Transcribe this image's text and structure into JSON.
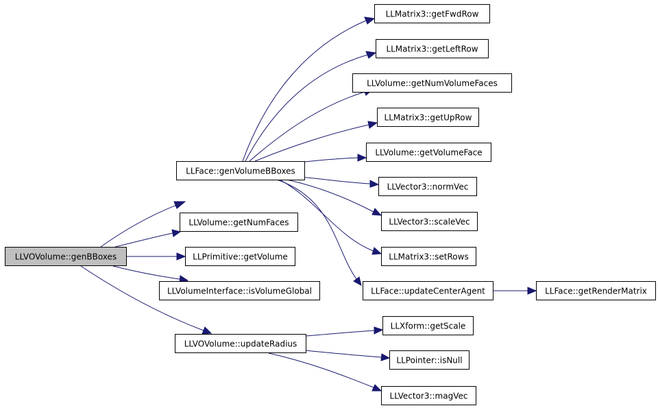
{
  "colors": {
    "edge": "#191970",
    "root_fill": "#bfbfbf",
    "node_fill": "#ffffff",
    "node_border": "#000000"
  },
  "nodes": [
    {
      "id": "root",
      "label": "LLVOVolume::genBBoxes"
    },
    {
      "id": "gvb",
      "label": "LLFace::genVolumeBBoxes"
    },
    {
      "id": "gnf",
      "label": "LLVolume::getNumFaces"
    },
    {
      "id": "pgv",
      "label": "LLPrimitive::getVolume"
    },
    {
      "id": "ivg",
      "label": "LLVolumeInterface::isVolumeGlobal"
    },
    {
      "id": "vur",
      "label": "LLVOVolume::updateRadius"
    },
    {
      "id": "fwd",
      "label": "LLMatrix3::getFwdRow"
    },
    {
      "id": "left",
      "label": "LLMatrix3::getLeftRow"
    },
    {
      "id": "nvf",
      "label": "LLVolume::getNumVolumeFaces"
    },
    {
      "id": "up",
      "label": "LLMatrix3::getUpRow"
    },
    {
      "id": "vf",
      "label": "LLVolume::getVolumeFace"
    },
    {
      "id": "norm",
      "label": "LLVector3::normVec"
    },
    {
      "id": "scale",
      "label": "LLVector3::scaleVec"
    },
    {
      "id": "rows",
      "label": "LLMatrix3::setRows"
    },
    {
      "id": "uca",
      "label": "LLFace::updateCenterAgent"
    },
    {
      "id": "grm",
      "label": "LLFace::getRenderMatrix"
    },
    {
      "id": "xgs",
      "label": "LLXform::getScale"
    },
    {
      "id": "isn",
      "label": "LLPointer::isNull"
    },
    {
      "id": "mag",
      "label": "LLVector3::magVec"
    }
  ],
  "edges": [
    {
      "from": "root",
      "to": "gvb"
    },
    {
      "from": "root",
      "to": "gnf"
    },
    {
      "from": "root",
      "to": "pgv"
    },
    {
      "from": "root",
      "to": "ivg"
    },
    {
      "from": "root",
      "to": "vur"
    },
    {
      "from": "gvb",
      "to": "fwd"
    },
    {
      "from": "gvb",
      "to": "left"
    },
    {
      "from": "gvb",
      "to": "nvf"
    },
    {
      "from": "gvb",
      "to": "up"
    },
    {
      "from": "gvb",
      "to": "vf"
    },
    {
      "from": "gvb",
      "to": "norm"
    },
    {
      "from": "gvb",
      "to": "scale"
    },
    {
      "from": "gvb",
      "to": "rows"
    },
    {
      "from": "gvb",
      "to": "uca"
    },
    {
      "from": "uca",
      "to": "grm"
    },
    {
      "from": "vur",
      "to": "xgs"
    },
    {
      "from": "vur",
      "to": "isn"
    },
    {
      "from": "vur",
      "to": "mag"
    }
  ]
}
